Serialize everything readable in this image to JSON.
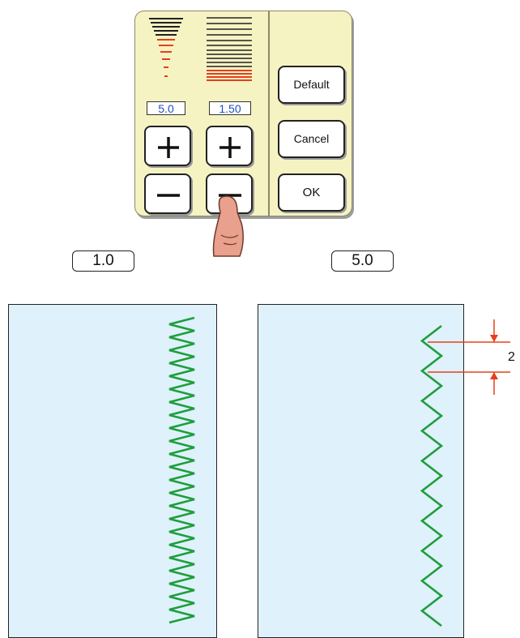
{
  "panel": {
    "density_value": "5.0",
    "width_value": "1.50",
    "buttons": {
      "default_label": "Default",
      "cancel_label": "Cancel",
      "ok_label": "OK"
    }
  },
  "samples": {
    "left_label": "1.0",
    "right_label": "5.0",
    "dimension_label": "2"
  },
  "colors": {
    "panel_bg": "#f6f3c3",
    "fabric": "#dff1fb",
    "stitch": "#1e9e3c",
    "indicator": "#e4401c",
    "value_text": "#1f4fc0",
    "finger": "#e9a08c"
  }
}
